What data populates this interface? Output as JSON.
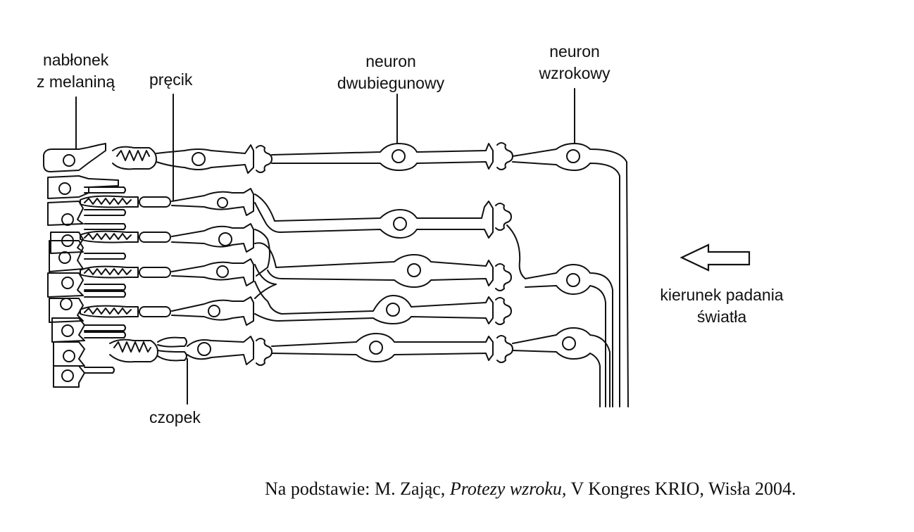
{
  "labels": {
    "epithelium": [
      "nabłonek",
      "z melaniną"
    ],
    "rod": "pręcik",
    "bipolar": [
      "neuron",
      "dwubiegunowy"
    ],
    "optic": [
      "neuron",
      "wzrokowy"
    ],
    "light": [
      "kierunek padania",
      "światła"
    ],
    "cone": "czopek"
  },
  "caption": {
    "prefix": "Na podstawie: M. Zając,",
    "title": "Protezy wzroku,",
    "suffix": "V Kongres KRIO, Wisła 2004."
  },
  "icons": {
    "arrow": "left-arrow-icon"
  }
}
